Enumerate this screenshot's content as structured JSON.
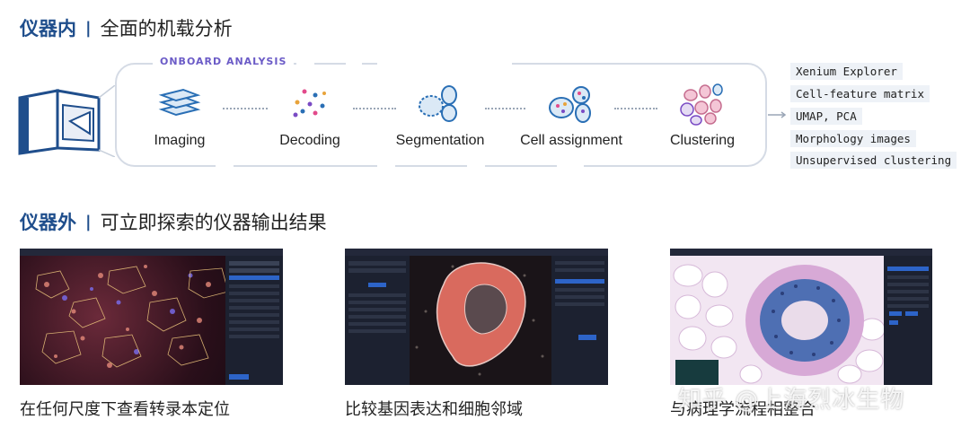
{
  "section1": {
    "bold": "仪器内",
    "bar": "|",
    "rest": "全面的机载分析"
  },
  "section2": {
    "bold": "仪器外",
    "bar": "|",
    "rest": "可立即探索的仪器输出结果"
  },
  "pipeline": {
    "label": "ONBOARD ANALYSIS",
    "steps": [
      {
        "label": "Imaging",
        "icon": "layers-icon"
      },
      {
        "label": "Decoding",
        "icon": "dots-icon"
      },
      {
        "label": "Segmentation",
        "icon": "cells-outline-icon"
      },
      {
        "label": "Cell assignment",
        "icon": "cell-assignment-icon"
      },
      {
        "label": "Clustering",
        "icon": "clusters-icon"
      }
    ]
  },
  "outputs": [
    "Xenium Explorer",
    "Cell-feature matrix",
    "UMAP, PCA",
    "Morphology images",
    "Unsupervised clustering"
  ],
  "screenshots": [
    {
      "caption": "在任何尺度下查看转录本定位"
    },
    {
      "caption": "比较基因表达和细胞邻域"
    },
    {
      "caption": "与病理学流程相整合"
    }
  ],
  "watermark": "知乎 @上海烈冰生物",
  "colors": {
    "brand": "#1f4e8c",
    "frame": "#d5dbe5",
    "accent_purple": "#6b5bc7"
  }
}
